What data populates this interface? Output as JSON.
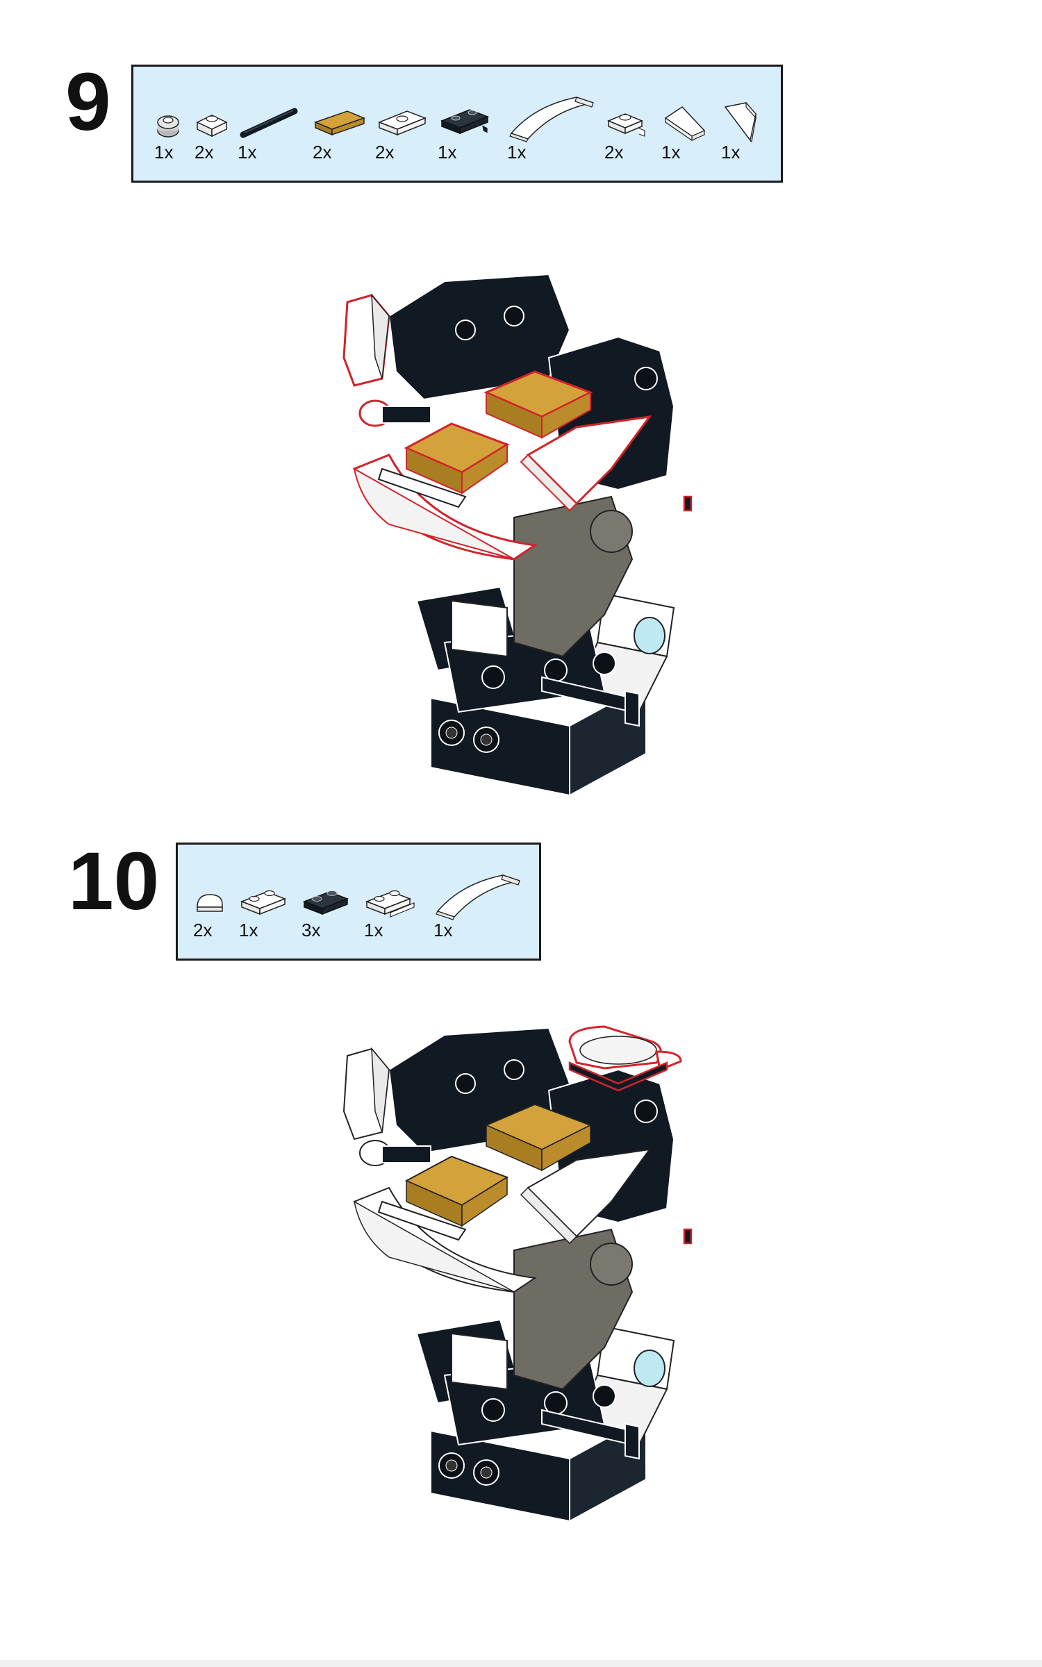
{
  "steps": [
    {
      "number": "9",
      "parts": [
        {
          "icon": "round-plate-1x1-gray-icon",
          "qty": "1x"
        },
        {
          "icon": "plate-1x1-white-icon",
          "qty": "2x"
        },
        {
          "icon": "black-axle-icon",
          "qty": "1x"
        },
        {
          "icon": "tile-1x2-gold-icon",
          "qty": "2x"
        },
        {
          "icon": "jumper-plate-white-icon",
          "qty": "2x"
        },
        {
          "icon": "plate-clip-black-icon",
          "qty": "1x"
        },
        {
          "icon": "curved-slope-white-icon",
          "qty": "1x"
        },
        {
          "icon": "plate-clip-white-icon",
          "qty": "2x"
        },
        {
          "icon": "wedge-slope-left-white-icon",
          "qty": "1x"
        },
        {
          "icon": "wedge-slope-right-white-icon",
          "qty": "1x"
        }
      ]
    },
    {
      "number": "10",
      "parts": [
        {
          "icon": "round-tile-half-white-icon",
          "qty": "2x"
        },
        {
          "icon": "plate-1x2-white-icon",
          "qty": "1x"
        },
        {
          "icon": "plate-1x2-black-icon",
          "qty": "3x"
        },
        {
          "icon": "plate-handle-white-icon",
          "qty": "1x"
        },
        {
          "icon": "curved-slope-white-icon",
          "qty": "1x"
        }
      ]
    }
  ],
  "colors": {
    "panel_bg": "#d8eefb",
    "brick_black": "#111a22",
    "brick_white": "#ffffff",
    "tile_gold": "#d4a23a",
    "bracket_gray": "#6e6c63",
    "highlight_red": "#d2232a",
    "light_blue": "#bfe9f2"
  }
}
